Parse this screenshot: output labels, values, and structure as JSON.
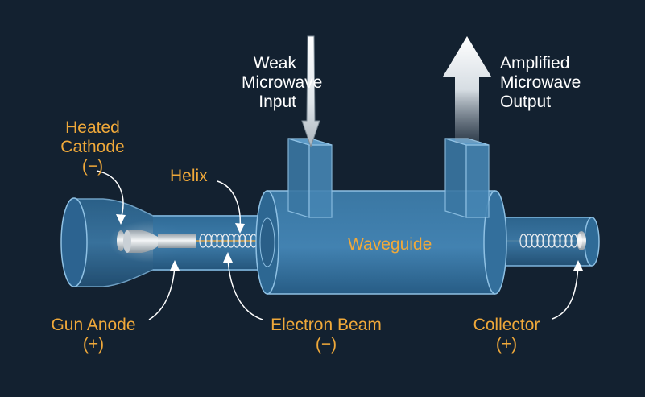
{
  "colors": {
    "background": "#132130",
    "label_orange": "#f0a93a",
    "label_white": "#ffffff",
    "tube_blue": "#3f7fae",
    "outline": "#7fb6dd"
  },
  "labels": {
    "heated_cathode": {
      "line1": "Heated",
      "line2": "Cathode",
      "line3": "(−)"
    },
    "helix": "Helix",
    "weak_input": {
      "line1": "Weak",
      "line2": "Microwave",
      "line3": "Input"
    },
    "amplified_output": {
      "line1": "Amplified",
      "line2": "Microwave",
      "line3": "Output"
    },
    "waveguide": "Waveguide",
    "gun_anode": {
      "line1": "Gun Anode",
      "line2": "(+)"
    },
    "electron_beam": {
      "line1": "Electron Beam",
      "line2": "(−)"
    },
    "collector": {
      "line1": "Collector",
      "line2": "(+)"
    }
  },
  "icons": {
    "input_arrow": "down-arrow-icon",
    "output_arrow": "up-arrow-icon"
  }
}
